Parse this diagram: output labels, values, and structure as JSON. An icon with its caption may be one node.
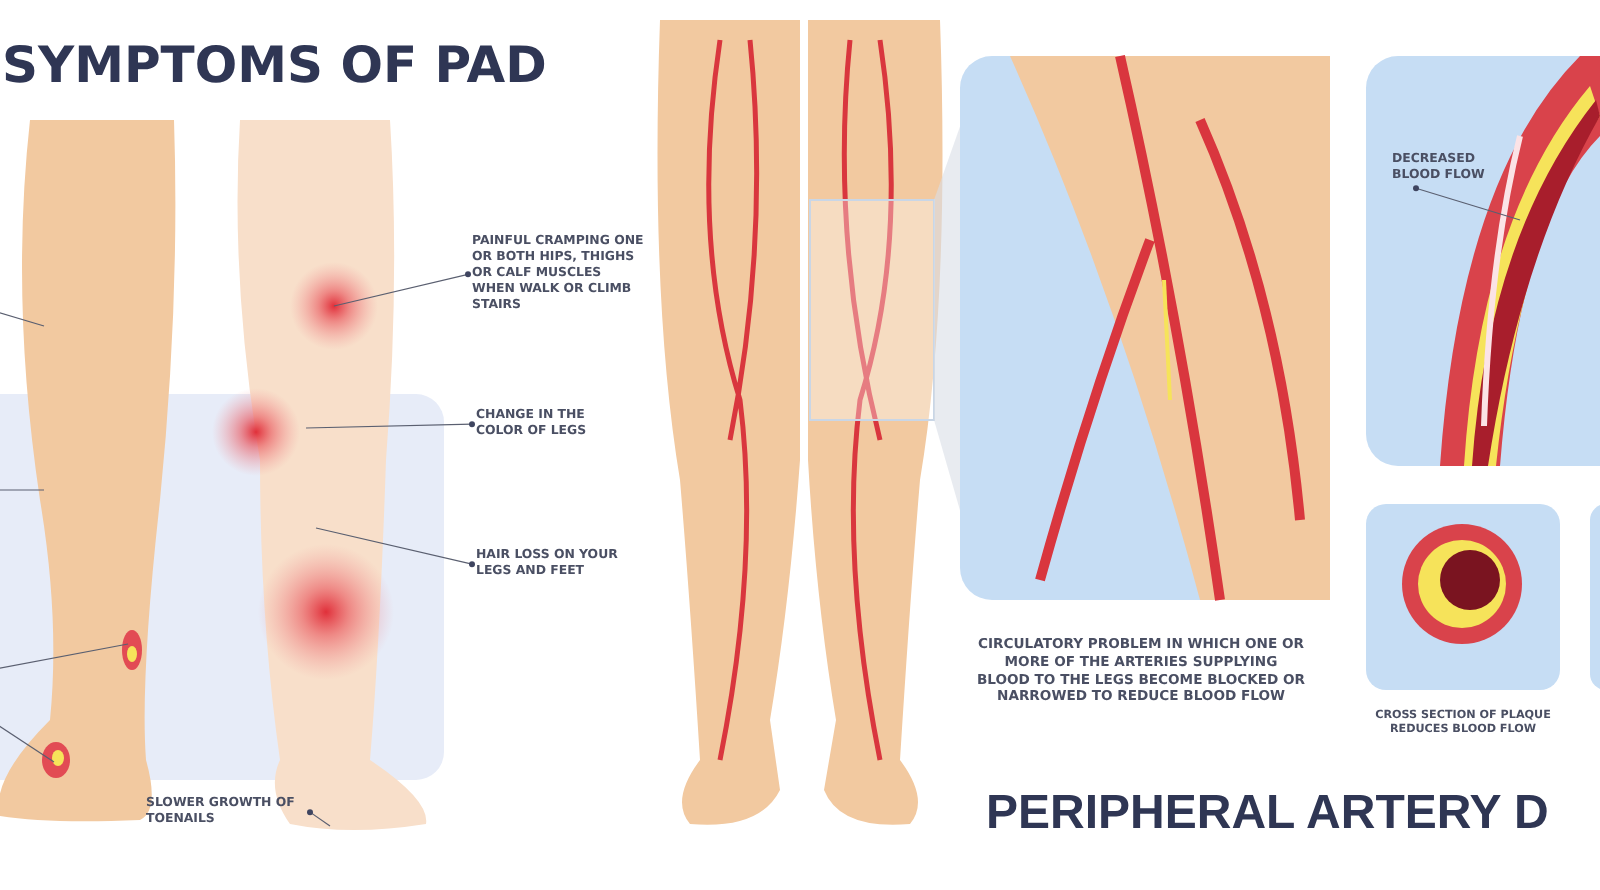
{
  "diagram": {
    "title": "SYMPTOMS OF PAD",
    "nodes": [
      {
        "text": [
          "PAINFUL CRAMPING ONE OR BOTH HIPS, THIGHS OR CALF MUSCLES WHEN WALK OR CLIMB STAIRS"
        ]
      },
      {
        "text": [],
        "shape": "circle",
        "in": 3
      },
      {
        "text": [
          "CHANGE IN THE COLOR OF LEGS"
        ]
      },
      {
        "text": [],
        "shape": "picture"
      },
      {
        "text": [
          "HAIR LOSS ON YOUR LEGS AND FEET"
        ]
      },
      {
        "text": [
          "SLOWER GROWTH OF TOENAILS"
        ]
      },
      {
        "text": [],
        "shape": "picture"
      },
      {
        "text": [],
        "shape": "picture",
        "in": 6
      },
      {
        "text": [],
        "shape": "picture",
        "in": 6
      },
      {
        "text": [
          "DECREASED BLOOD FLOW"
        ]
      },
      {
        "text": [],
        "shape": "picture"
      },
      {
        "text": [],
        "shape": "circle"
      },
      {
        "text": [],
        "shape": "circle",
        "in": 3
      }
    ],
    "edges": [
      {
        "from": 0,
        "to": 1,
        "arrow": "other"
      },
      {
        "from": 2,
        "to": 3,
        "arrow": "other"
      },
      {
        "from": 4,
        "to": 3,
        "arrow": "other"
      },
      {
        "from": 5,
        "to": 3,
        "arrow": "other"
      },
      {
        "from": null,
        "to": 6,
        "arrow": "none"
      },
      {
        "from": null,
        "to": 6,
        "arrow": "none"
      },
      {
        "from": null,
        "to": 7,
        "arrow": "none"
      },
      {
        "from": null,
        "to": 8,
        "arrow": "none"
      },
      {
        "from": 9,
        "to": 10,
        "arrow": "other"
      }
    ],
    "labels": [
      "CIRCULATORY PROBLEM IN WHICH ONE OR MORE OF THE ARTERIES SUPPLYING BLOOD TO THE LEGS BECOME BLOCKED OR NARROWED TO REDUCE BLOOD FLOW",
      "CROSS SECTION OF PLAQUE REDUCES BLOOD FLOW",
      "PERIPHERAL ARTERY D"
    ]
  }
}
